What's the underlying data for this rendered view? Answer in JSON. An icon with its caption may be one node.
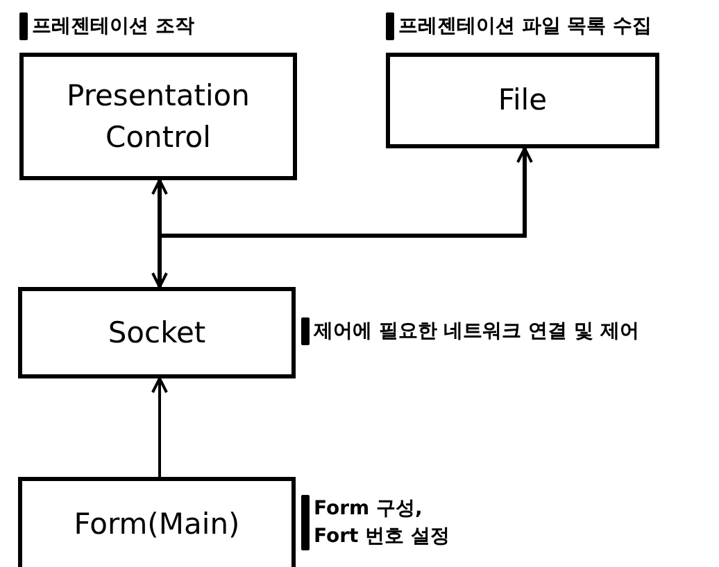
{
  "diagram": {
    "nodes": [
      {
        "text": [
          "Presentation Control"
        ],
        "beside": [
          "프레젠테이션 조작"
        ]
      },
      {
        "text": [
          "File"
        ],
        "beside": [
          "프레젠테이션 파일 목록 수집"
        ]
      },
      {
        "text": [
          "Socket"
        ],
        "beside": [
          "제어에 필요한 네트워크 연결 및 제어"
        ]
      },
      {
        "text": [
          "Form(Main)"
        ],
        "beside": [
          "**Form** 구성, **Fort** 번호 설정"
        ]
      }
    ],
    "edges": [
      {
        "from": 0,
        "to": 2,
        "arrow": "both"
      },
      {
        "from": 2,
        "to": 1,
        "arrow": "to"
      },
      {
        "from": 3,
        "to": 2,
        "arrow": "to"
      }
    ]
  }
}
